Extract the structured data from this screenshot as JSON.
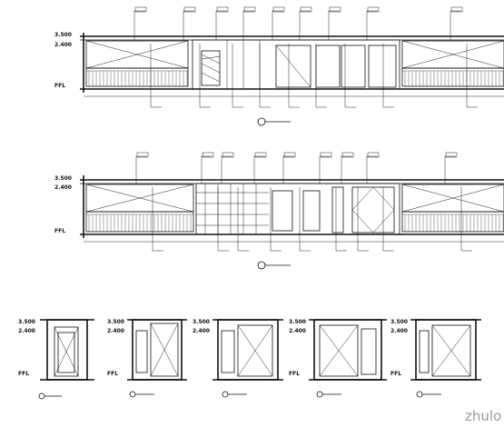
{
  "levels": {
    "top": "3.500",
    "mid": "2.400",
    "floor": "FFL"
  },
  "watermark": "zhulo"
}
